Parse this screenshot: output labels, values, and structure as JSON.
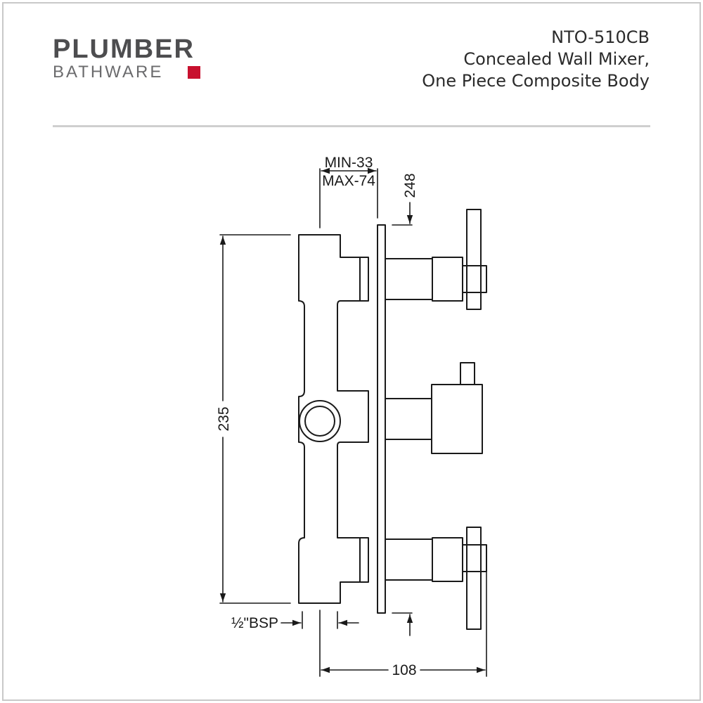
{
  "brand": {
    "name": "PLUMBER",
    "sub": "BATHWARE",
    "accent_color": "#c8102e",
    "text_color": "#4d4d4f"
  },
  "product": {
    "code": "NTO-510CB",
    "line1": "Concealed Wall Mixer,",
    "line2": "One Piece Composite Body"
  },
  "dimensions": {
    "min_depth": "MIN-33",
    "max_depth": "MAX-74",
    "plate_height": "248",
    "body_height": "235",
    "overall_depth": "108",
    "inlet": "½\"BSP"
  }
}
